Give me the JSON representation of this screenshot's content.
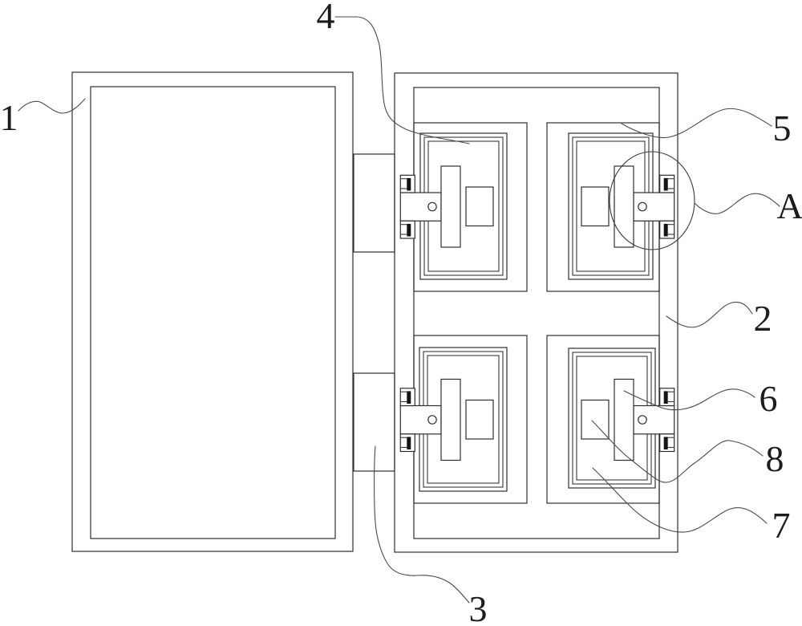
{
  "figure": {
    "kind": "patent-technical-line-drawing",
    "background_color": "#ffffff",
    "line_color": "#2e2e2e",
    "leader_color": "#4a4a4a",
    "reference_labels": {
      "n1": "1",
      "n2": "2",
      "n3": "3",
      "n4": "4",
      "n5": "5",
      "n6": "6",
      "n7": "7",
      "n8": "8",
      "nA": "A"
    }
  }
}
